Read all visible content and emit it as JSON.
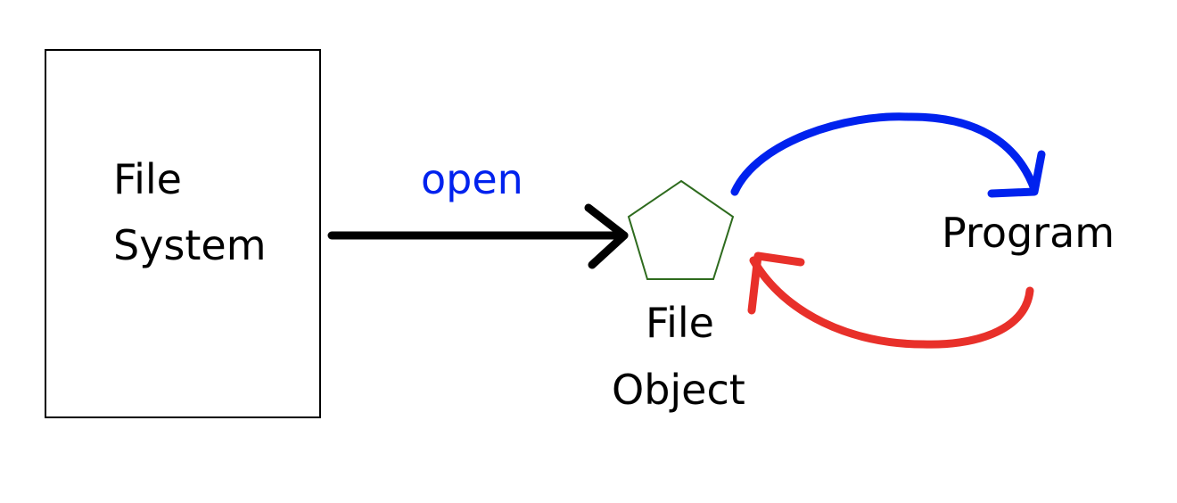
{
  "file_system": {
    "line1": "File",
    "line2": "System"
  },
  "open_label": "open",
  "file_object": {
    "line1": "File",
    "line2": "Object"
  },
  "program_label": "Program",
  "colors": {
    "box_border": "#000000",
    "open_arrow": "#000000",
    "open_text": "#0022ee",
    "pentagon": "#2e6b1e",
    "blue_arrow": "#0022ee",
    "red_arrow": "#e8302a"
  }
}
